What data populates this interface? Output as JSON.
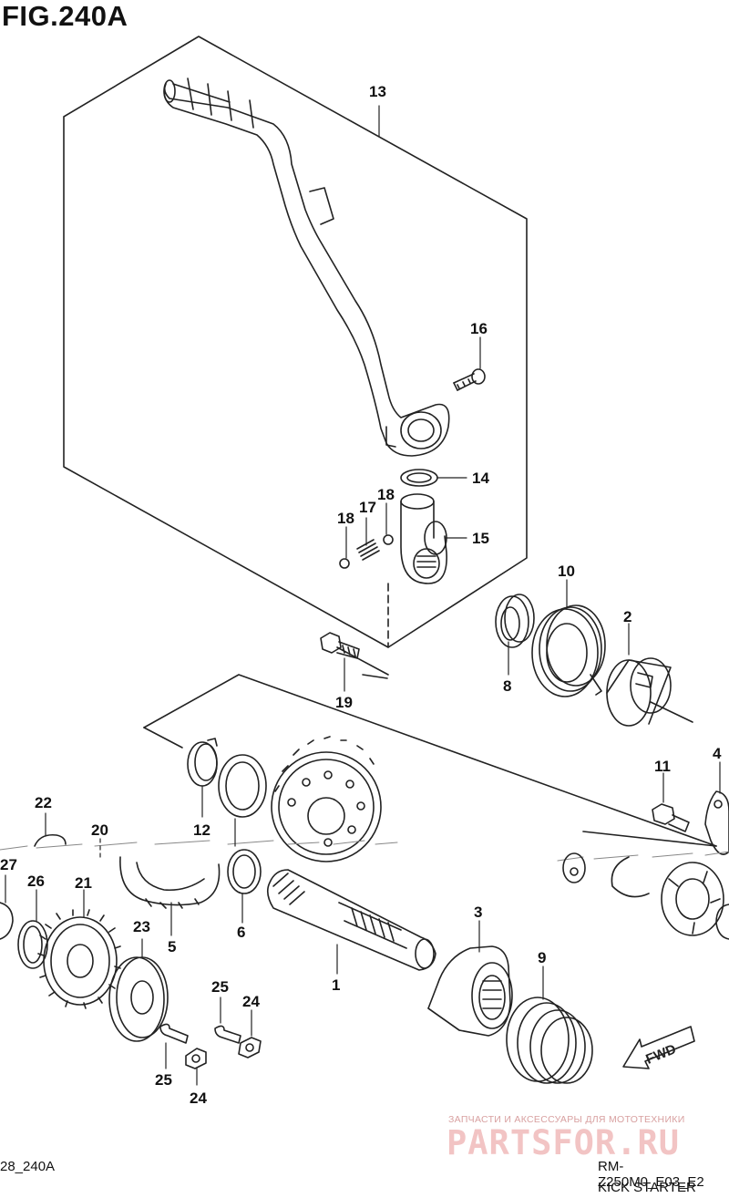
{
  "figure": {
    "title": "FIG.240A",
    "code_left": "28_240A",
    "code_right": "RM-Z250M0_E03_E2",
    "section_name": "KICK STARTER",
    "direction_arrow": "FWD"
  },
  "watermark": {
    "line1": "ЗАПЧАСТИ И АКСЕССУАРЫ ДЛЯ МОТОТЕХНИКИ",
    "line2": "PARTSFOR.RU"
  },
  "callouts": {
    "c13": "13",
    "c16": "16",
    "c14": "14",
    "c17": "17",
    "c18a": "18",
    "c18b": "18",
    "c15": "15",
    "c10": "10",
    "c2": "2",
    "c8": "8",
    "c19": "19",
    "c11": "11",
    "c4": "4",
    "c22": "22",
    "c20": "20",
    "c12": "12",
    "c27": "27",
    "c26": "26",
    "c21": "21",
    "c5": "5",
    "c6": "6",
    "c3": "3",
    "c23": "23",
    "c1": "1",
    "c9": "9",
    "c25a": "25",
    "c24a": "24",
    "c25b": "25",
    "c24b": "24"
  }
}
